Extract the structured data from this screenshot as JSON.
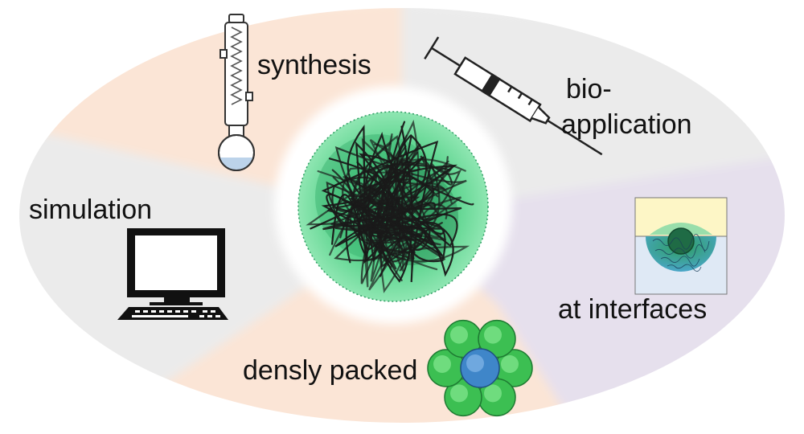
{
  "segments": [
    {
      "key": "synthesis",
      "color": "#fbe5d6"
    },
    {
      "key": "bio_application",
      "color": "#ebebeb"
    },
    {
      "key": "at_interfaces",
      "color": "#e6e0ed"
    },
    {
      "key": "densly_packed",
      "color": "#fbe5d6"
    },
    {
      "key": "simulation",
      "color": "#ebebeb"
    }
  ],
  "labels": {
    "synthesis": "synthesis",
    "bio_line1": "bio-",
    "bio_line2": "application",
    "simulation": "simulation",
    "at_interfaces": "at interfaces",
    "densly_packed": "densly packed"
  },
  "icons": {
    "synthesis": "reflux-condenser-flask-icon",
    "bio_application": "syringe-icon",
    "simulation": "desktop-computer-icon",
    "at_interfaces": "interface-microgel-icon",
    "densly_packed": "packed-microgels-icon",
    "center": "microgel-polymer-network-icon"
  },
  "colors": {
    "microgel_light": "#7fe0a6",
    "microgel_mid": "#4fcf85",
    "microgel_dark": "#2e9e62",
    "polymer_chain": "#1a1a1a",
    "interface_top": "#fdf6c6",
    "interface_bottom": "#dfe9f5",
    "packed_center": "#3f86c9",
    "liquid": "#bcd3ea"
  }
}
